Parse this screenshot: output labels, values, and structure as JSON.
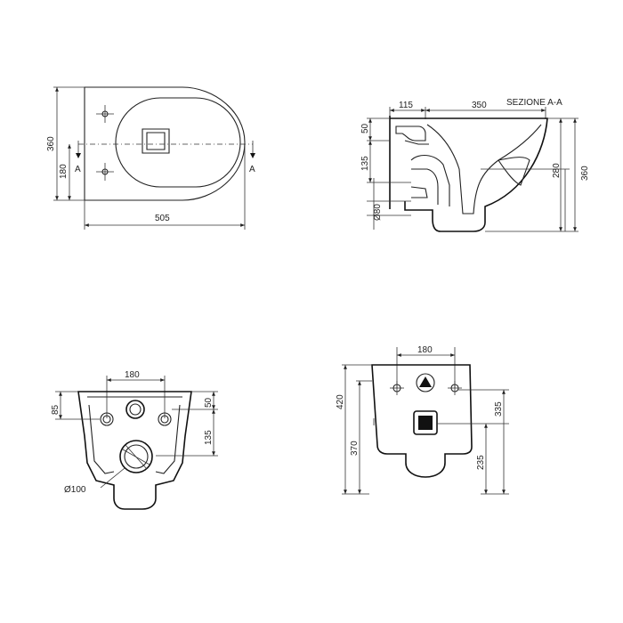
{
  "views": {
    "top": {
      "dim_total_height": "360",
      "dim_half_height": "180",
      "dim_length": "505",
      "section_marker_left": "A",
      "section_marker_right": "A"
    },
    "section": {
      "title": "SEZIONE A-A",
      "dim_top_left": "115",
      "dim_top_right": "350",
      "dim_left_upper": "50",
      "dim_left_middle": "135",
      "dim_left_pipe": "Ø80",
      "dim_right_inner": "280",
      "dim_right_outer": "360"
    },
    "rear": {
      "dim_hole_spacing": "180",
      "dim_left_height": "85",
      "dim_right_upper": "50",
      "dim_right_lower": "135",
      "dim_outlet": "Ø100"
    },
    "front": {
      "dim_hole_spacing": "180",
      "dim_left_total": "420",
      "dim_left_lower": "370",
      "dim_right_upper": "335",
      "dim_right_lower": "235"
    }
  }
}
